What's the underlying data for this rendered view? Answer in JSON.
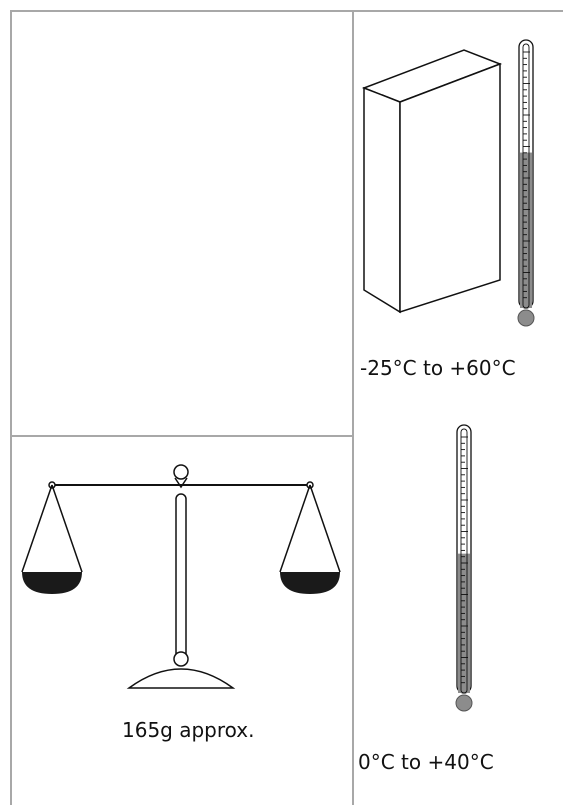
{
  "weight": {
    "caption": "165g approx.",
    "icon": "balance-scale-icon"
  },
  "storage": {
    "caption": "-25°C to +60°C",
    "icons": [
      "box-icon",
      "thermometer-icon"
    ],
    "fill_fraction": 0.58
  },
  "operating": {
    "caption": "0°C to +40°C",
    "icon": "thermometer-icon",
    "fill_fraction": 0.52
  },
  "colors": {
    "border": "#a8a8a8",
    "mercury": "#8c8c8c",
    "ink": "#111111",
    "pan": "#1a1a1a"
  }
}
